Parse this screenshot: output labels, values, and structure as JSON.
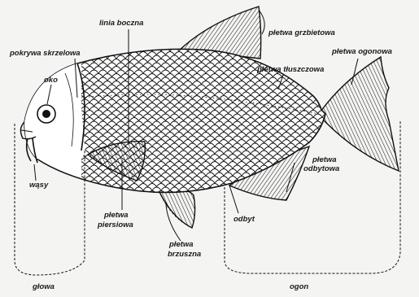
{
  "labels": {
    "linia_boczna": "linia boczna",
    "pokrywa_skrzelowa": "pokrywa skrzelowa",
    "oko": "oko",
    "wasy": "wąsy",
    "pletwa_grzbietowa": "płetwa grzbietowa",
    "pletwa_tluszczowa": "płetwa tłuszczowa",
    "pletwa_ogonowa": "płetwa ogonowa",
    "pletwa_odbytowa_1": "płetwa",
    "pletwa_odbytowa_2": "odbytowa",
    "odbyt": "odbyt",
    "pletwa_piersiowa_1": "płetwa",
    "pletwa_piersiowa_2": "piersiowa",
    "pletwa_brzuszna_1": "płetwa",
    "pletwa_brzuszna_2": "brzuszna",
    "glowa": "głowa",
    "ogon": "ogon"
  }
}
